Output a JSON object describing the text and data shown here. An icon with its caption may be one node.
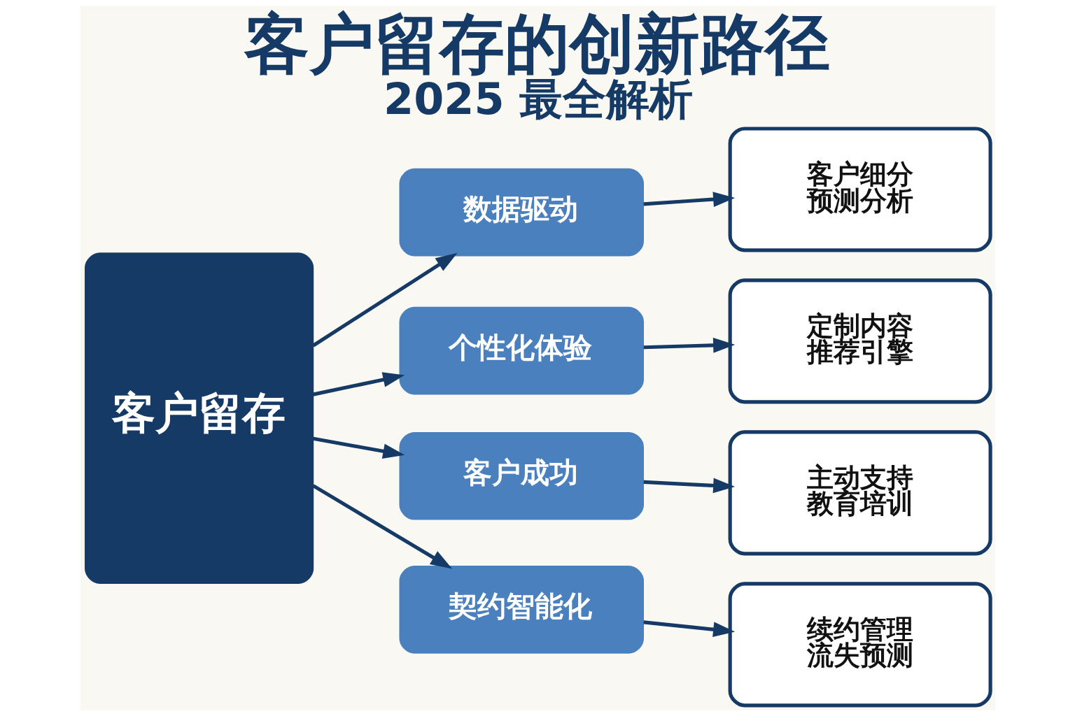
{
  "diagram": {
    "title": "客户留存的创新路径",
    "caption": "2025 最全解析",
    "nodes": [
      {
        "text": [
          "客户留存"
        ]
      },
      {
        "text": [
          "数据驱动"
        ]
      },
      {
        "text": [
          "个性化体验"
        ]
      },
      {
        "text": [
          "客户成功"
        ]
      },
      {
        "text": [
          "契约智能化"
        ]
      },
      {
        "text": [
          "客户细分",
          "预测分析"
        ]
      },
      {
        "text": [
          "定制内容",
          "推荐引擎"
        ]
      },
      {
        "text": [
          "主动支持",
          "教育培训"
        ]
      },
      {
        "text": [
          "续约管理",
          "流失预测"
        ]
      }
    ],
    "edges": [
      {
        "from": 0,
        "to": 1,
        "arrow": "to"
      },
      {
        "from": 0,
        "to": 2,
        "arrow": "to"
      },
      {
        "from": 0,
        "to": 3,
        "arrow": "to"
      },
      {
        "from": 0,
        "to": 4,
        "arrow": "to"
      },
      {
        "from": 1,
        "to": 5,
        "arrow": "to"
      },
      {
        "from": 2,
        "to": 6,
        "arrow": "to"
      },
      {
        "from": 3,
        "to": 7,
        "arrow": "to"
      },
      {
        "from": 4,
        "to": 8,
        "arrow": "to"
      }
    ]
  }
}
